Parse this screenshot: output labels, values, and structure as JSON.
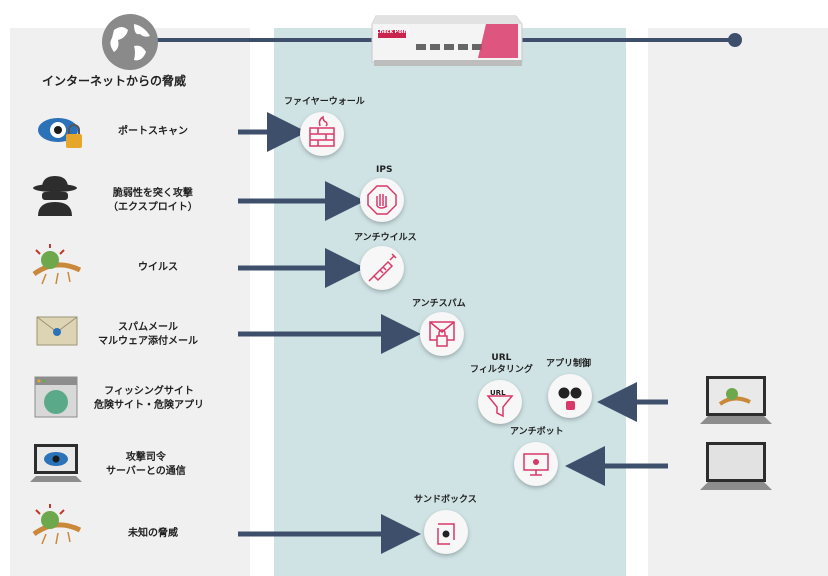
{
  "header": {
    "title": "インターネットからの脅威"
  },
  "threats": [
    {
      "label": "ポートスキャン"
    },
    {
      "label1": "脆弱性を突く攻撃",
      "label2": "（エクスプロイト）"
    },
    {
      "label": "ウイルス"
    },
    {
      "label1": "スパムメール",
      "label2": "マルウェア添付メール"
    },
    {
      "label1": "フィッシングサイト",
      "label2": "危険サイト・危険アプリ"
    },
    {
      "label1": "攻撃司令",
      "label2": "サーバーとの通信"
    },
    {
      "label": "未知の脅威"
    }
  ],
  "defenses": {
    "firewall": "ファイヤーウォール",
    "ips": "IPS",
    "antivirus": "アンチウイルス",
    "antispam": "アンチスパム",
    "url_filter1": "URL",
    "url_filter2": "フィルタリング",
    "url_badge": "URL",
    "app_control": "アプリ制御",
    "antibot": "アンチボット",
    "sandbox": "サンドボックス"
  },
  "device": {
    "brand": "Check Point"
  },
  "colors": {
    "arrow": "#3d4f6b",
    "accent": "#d9386a",
    "panel_mid": "#cfe3e5",
    "panel_side": "#f1f0f0"
  }
}
